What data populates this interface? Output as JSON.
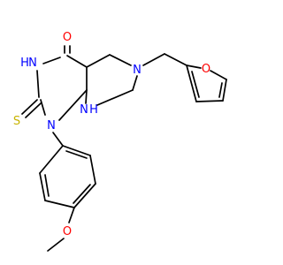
{
  "molecule": {
    "atoms": {
      "carbonyl_oxygen": {
        "text": "O",
        "color": "#FF0000"
      },
      "nh_3": {
        "text": "N",
        "color": "#0000FF"
      },
      "h_3": {
        "text": "H",
        "color": "#0000FF"
      },
      "thione_sulfur": {
        "text": "S",
        "color": "#C8B400"
      },
      "n_1": {
        "text": "N",
        "color": "#0000FF"
      },
      "nh_8": {
        "text": "N",
        "color": "#0000FF"
      },
      "h_8": {
        "text": "H",
        "color": "#0000FF"
      },
      "n_6": {
        "text": "N",
        "color": "#0000FF"
      },
      "furan_oxygen": {
        "text": "O",
        "color": "#FF0000"
      },
      "methoxy_oxygen": {
        "text": "O",
        "color": "#FF0000"
      }
    },
    "bond_color": "#000000"
  }
}
